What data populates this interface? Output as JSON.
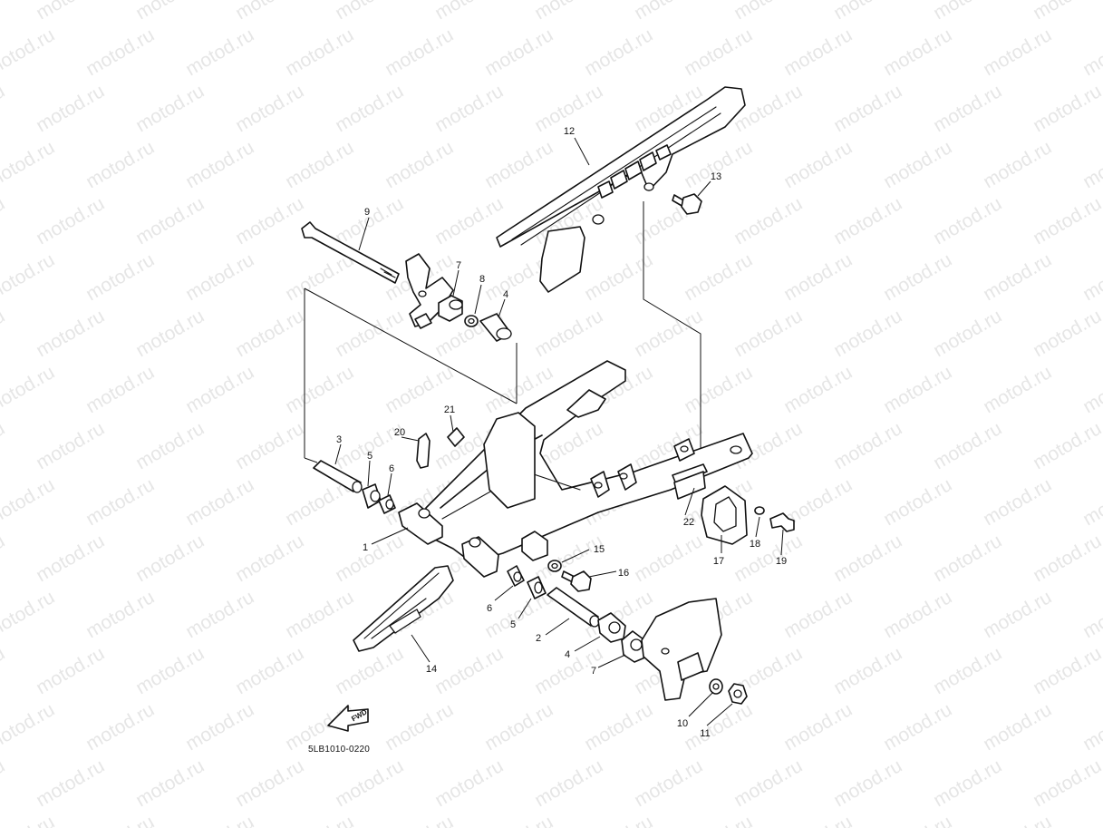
{
  "watermark": {
    "text": "motod.ru"
  },
  "diagram": {
    "code": "5LB1010-0220",
    "fwd_label": "FWD",
    "callouts": [
      {
        "id": "c1",
        "text": "1"
      },
      {
        "id": "c2",
        "text": "2"
      },
      {
        "id": "c3",
        "text": "3"
      },
      {
        "id": "c4a",
        "text": "4"
      },
      {
        "id": "c4b",
        "text": "4"
      },
      {
        "id": "c5a",
        "text": "5"
      },
      {
        "id": "c5b",
        "text": "5"
      },
      {
        "id": "c6a",
        "text": "6"
      },
      {
        "id": "c6b",
        "text": "6"
      },
      {
        "id": "c7a",
        "text": "7"
      },
      {
        "id": "c7b",
        "text": "7"
      },
      {
        "id": "c8",
        "text": "8"
      },
      {
        "id": "c9",
        "text": "9"
      },
      {
        "id": "c10",
        "text": "10"
      },
      {
        "id": "c11",
        "text": "11"
      },
      {
        "id": "c12",
        "text": "12"
      },
      {
        "id": "c13",
        "text": "13"
      },
      {
        "id": "c14",
        "text": "14"
      },
      {
        "id": "c15",
        "text": "15"
      },
      {
        "id": "c16",
        "text": "16"
      },
      {
        "id": "c17",
        "text": "17"
      },
      {
        "id": "c18",
        "text": "18"
      },
      {
        "id": "c19",
        "text": "19"
      },
      {
        "id": "c20",
        "text": "20"
      },
      {
        "id": "c21",
        "text": "21"
      },
      {
        "id": "c22",
        "text": "22"
      }
    ]
  }
}
